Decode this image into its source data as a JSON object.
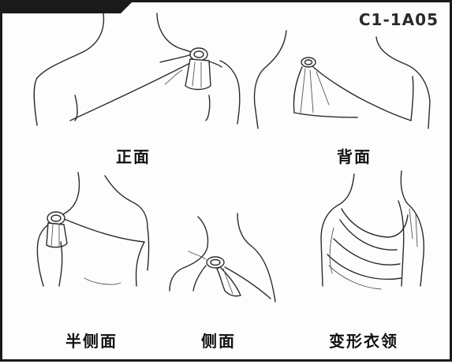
{
  "code": "C1-1A05",
  "captions": {
    "front": "正面",
    "back": "背面",
    "half_side": "半侧面",
    "side": "侧面",
    "variation": "变形衣领"
  }
}
